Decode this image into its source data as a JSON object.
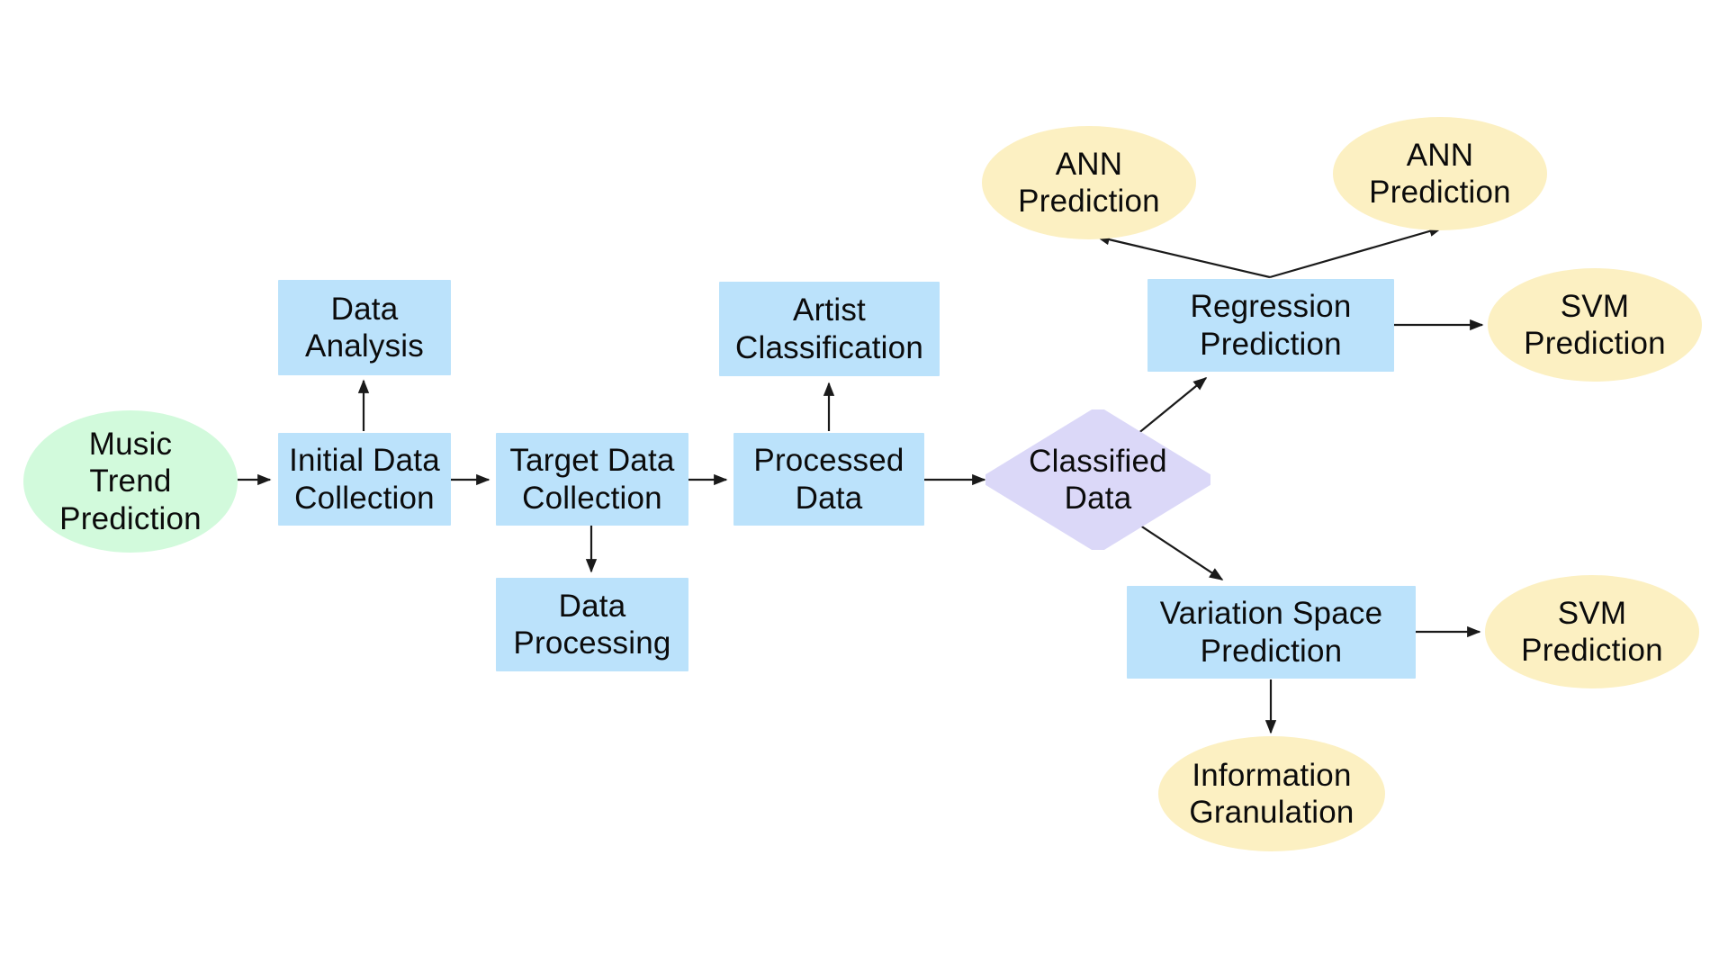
{
  "diagram": {
    "title": "Music Trend Prediction Flowchart",
    "background": "#ffffff",
    "text_color": "#0b0b0b",
    "edge_color": "#1a1a1a",
    "colors": {
      "process_blue": "#bbe2fb",
      "start_green": "#d2fadc",
      "decision_purple": "#dbd8f8",
      "output_yellow": "#fcf0c2"
    }
  },
  "nodes": {
    "music_trend_prediction": {
      "label": "Music\nTrend\nPrediction",
      "shape": "ellipse",
      "fill": "#d2fadc"
    },
    "data_analysis": {
      "label": "Data\nAnalysis",
      "shape": "rect",
      "fill": "#bbe2fb"
    },
    "initial_data_collection": {
      "label": "Initial Data\nCollection",
      "shape": "rect",
      "fill": "#bbe2fb"
    },
    "target_data_collection": {
      "label": "Target Data\nCollection",
      "shape": "rect",
      "fill": "#bbe2fb"
    },
    "data_processing": {
      "label": "Data\nProcessing",
      "shape": "rect",
      "fill": "#bbe2fb"
    },
    "artist_classification": {
      "label": "Artist\nClassification",
      "shape": "rect",
      "fill": "#bbe2fb"
    },
    "processed_data": {
      "label": "Processed\nData",
      "shape": "rect",
      "fill": "#bbe2fb"
    },
    "classified_data": {
      "label": "Classified\nData",
      "shape": "diamond",
      "fill": "#dbd8f8"
    },
    "regression_prediction": {
      "label": "Regression\nPrediction",
      "shape": "rect",
      "fill": "#bbe2fb"
    },
    "variation_space_prediction": {
      "label": "Variation Space\nPrediction",
      "shape": "rect",
      "fill": "#bbe2fb"
    },
    "ann_prediction_left": {
      "label": "ANN\nPrediction",
      "shape": "ellipse",
      "fill": "#fcf0c2"
    },
    "ann_prediction_right": {
      "label": "ANN\nPrediction",
      "shape": "ellipse",
      "fill": "#fcf0c2"
    },
    "svm_prediction_upper": {
      "label": "SVM\nPrediction",
      "shape": "ellipse",
      "fill": "#fcf0c2"
    },
    "svm_prediction_lower": {
      "label": "SVM\nPrediction",
      "shape": "ellipse",
      "fill": "#fcf0c2"
    },
    "information_granulation": {
      "label": "Information\nGranulation",
      "shape": "ellipse",
      "fill": "#fcf0c2"
    }
  },
  "edges": [
    {
      "from": "music_trend_prediction",
      "to": "initial_data_collection"
    },
    {
      "from": "initial_data_collection",
      "to": "data_analysis"
    },
    {
      "from": "initial_data_collection",
      "to": "target_data_collection"
    },
    {
      "from": "target_data_collection",
      "to": "data_processing"
    },
    {
      "from": "target_data_collection",
      "to": "processed_data"
    },
    {
      "from": "processed_data",
      "to": "artist_classification"
    },
    {
      "from": "processed_data",
      "to": "classified_data"
    },
    {
      "from": "classified_data",
      "to": "regression_prediction"
    },
    {
      "from": "classified_data",
      "to": "variation_space_prediction"
    },
    {
      "from": "regression_prediction",
      "to": "ann_prediction_left"
    },
    {
      "from": "regression_prediction",
      "to": "ann_prediction_right"
    },
    {
      "from": "regression_prediction",
      "to": "svm_prediction_upper"
    },
    {
      "from": "variation_space_prediction",
      "to": "svm_prediction_lower"
    },
    {
      "from": "variation_space_prediction",
      "to": "information_granulation"
    }
  ]
}
